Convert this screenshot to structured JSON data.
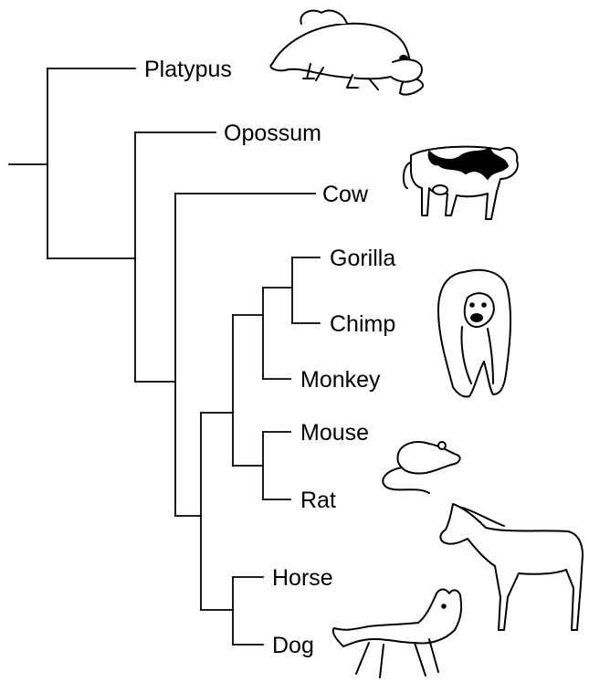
{
  "taxa": {
    "platypus": "Platypus",
    "opossum": "Opossum",
    "cow": "Cow",
    "gorilla": "Gorilla",
    "chimp": "Chimp",
    "monkey": "Monkey",
    "mouse": "Mouse",
    "rat": "Rat",
    "horse": "Horse",
    "dog": "Dog"
  },
  "illustrations": [
    "platypus-drawing",
    "cow-drawing",
    "chimp-drawing",
    "rat-drawing",
    "horse-drawing",
    "dog-drawing"
  ]
}
